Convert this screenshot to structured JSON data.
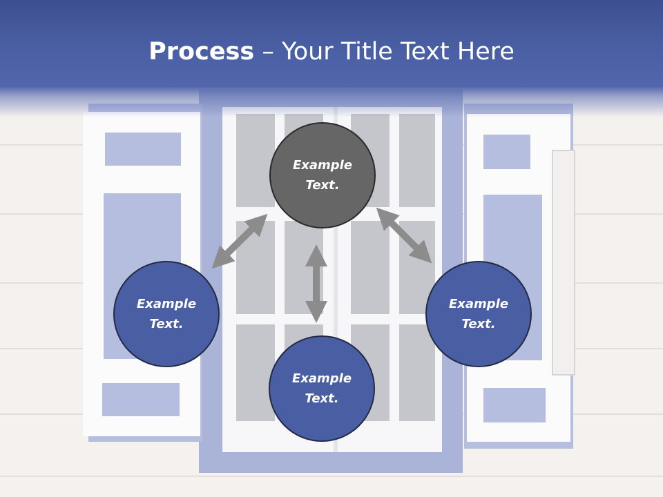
{
  "title": {
    "bold": "Process",
    "separator": " – ",
    "rest": "Your Title Text Here"
  },
  "nodes": {
    "top": {
      "text": "Example Text.",
      "color": "#666666"
    },
    "left": {
      "text": "Example Text.",
      "color": "#4a5fa3"
    },
    "bottom": {
      "text": "Example Text.",
      "color": "#4a5fa3"
    },
    "right": {
      "text": "Example Text.",
      "color": "#4a5fa3"
    }
  },
  "colors": {
    "header": "#4a5fa3",
    "arrow": "#8c8c8c",
    "window_frame": "#aab4d8"
  }
}
